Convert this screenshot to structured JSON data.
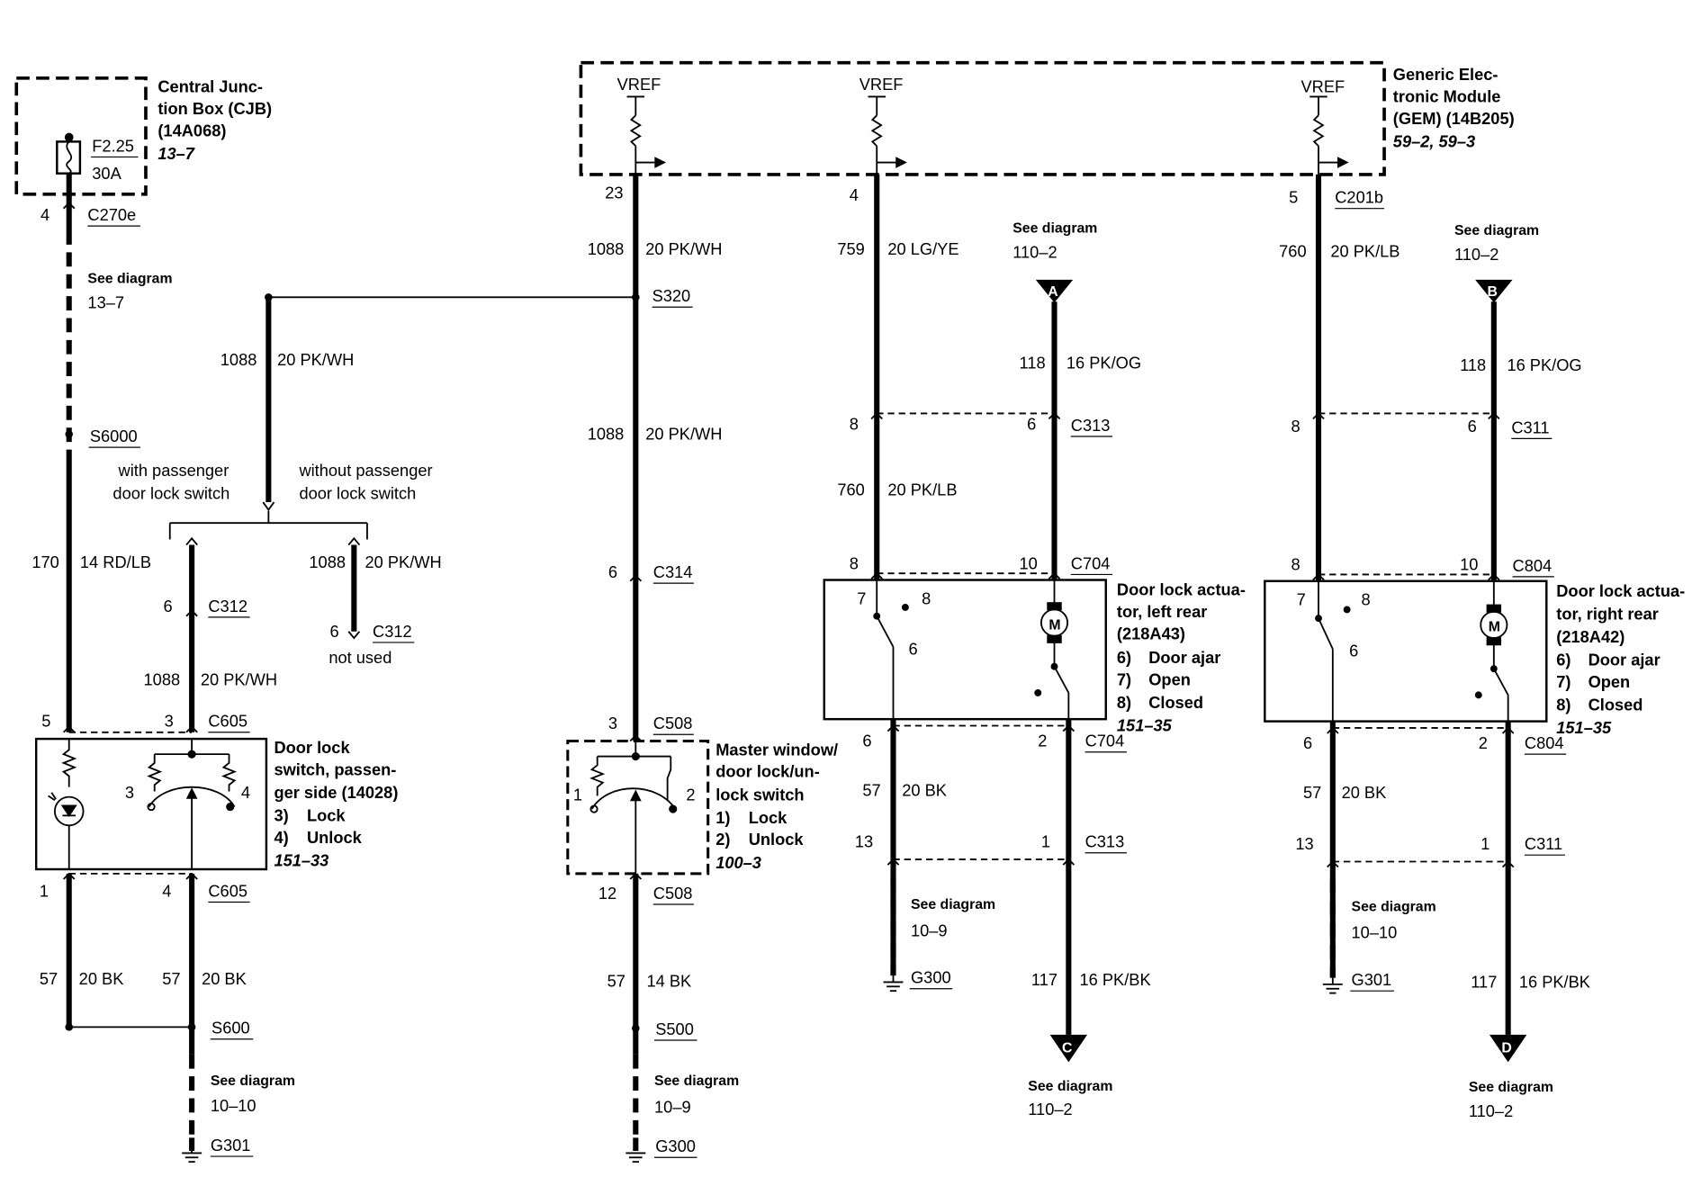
{
  "colors": {
    "ink": "#000000",
    "paper": "#ffffff"
  },
  "cjb": {
    "title_lines": [
      "Central Junc-",
      "tion Box (CJB)",
      "(14A068)"
    ],
    "ref": "13–7",
    "fuse_id": "F2.25",
    "fuse_rating": "30A"
  },
  "gem": {
    "title_lines": [
      "Generic Elec-",
      "tronic Module",
      "(GEM) (14B205)"
    ],
    "ref": "59–2, 59–3",
    "vref": "VREF"
  },
  "see_diagram": "See diagram",
  "not_used": "not used",
  "options": {
    "with_lines": [
      "with passenger",
      "door lock switch"
    ],
    "without_lines": [
      "without passenger",
      "door lock switch"
    ]
  },
  "connectors": {
    "c270e": "C270e",
    "s6000": "S6000",
    "c312": "C312",
    "c605": "C605",
    "s600": "S600",
    "g301": "G301",
    "s320": "S320",
    "c314": "C314",
    "c508": "C508",
    "s500": "S500",
    "g300": "G300",
    "c201b": "C201b",
    "c313": "C313",
    "c704": "C704",
    "c311": "C311",
    "c804": "C804"
  },
  "pins": {
    "p1": "1",
    "p2": "2",
    "p3": "3",
    "p4": "4",
    "p5": "5",
    "p6": "6",
    "p7": "7",
    "p8": "8",
    "p10": "10",
    "p12": "12",
    "p13": "13",
    "p23": "23"
  },
  "circuits": {
    "c170": "170",
    "c1088": "1088",
    "c57": "57",
    "c759": "759",
    "c760": "760",
    "c118": "118",
    "c117": "117"
  },
  "wires": {
    "rd_lb14": "14 RD/LB",
    "pk_wh20": "20 PK/WH",
    "bk20": "20 BK",
    "bk14": "14 BK",
    "lg_ye20": "20 LG/YE",
    "pk_lb20": "20 PK/LB",
    "pk_og16": "16 PK/OG",
    "pk_bk16": "16 PK/BK"
  },
  "refs": {
    "r13_7": "13–7",
    "r10_10": "10–10",
    "r10_9": "10–9",
    "r110_2": "110–2"
  },
  "markers": {
    "a": "A",
    "b": "B",
    "c": "C",
    "d": "D"
  },
  "door_switch": {
    "title_lines": [
      "Door lock",
      "switch, passen-",
      "ger side (14028)"
    ],
    "items": [
      {
        "num": "3)",
        "label": "Lock"
      },
      {
        "num": "4)",
        "label": "Unlock"
      }
    ],
    "ref": "151–33"
  },
  "master_switch": {
    "title_lines": [
      "Master window/",
      "door lock/un-",
      "lock switch"
    ],
    "items": [
      {
        "num": "1)",
        "label": "Lock"
      },
      {
        "num": "2)",
        "label": "Unlock"
      }
    ],
    "ref": "100–3"
  },
  "actuator_left": {
    "title_lines": [
      "Door lock actua-",
      "tor, left rear",
      "(218A43)"
    ],
    "items": [
      {
        "num": "6)",
        "label": "Door ajar"
      },
      {
        "num": "7)",
        "label": "Open"
      },
      {
        "num": "8)",
        "label": "Closed"
      }
    ],
    "ref": "151–35",
    "motor": "M"
  },
  "actuator_right": {
    "title_lines": [
      "Door lock actua-",
      "tor, right rear",
      "(218A42)"
    ],
    "items": [
      {
        "num": "6)",
        "label": "Door ajar"
      },
      {
        "num": "7)",
        "label": "Open"
      },
      {
        "num": "8)",
        "label": "Closed"
      }
    ],
    "ref": "151–35",
    "motor": "M"
  }
}
